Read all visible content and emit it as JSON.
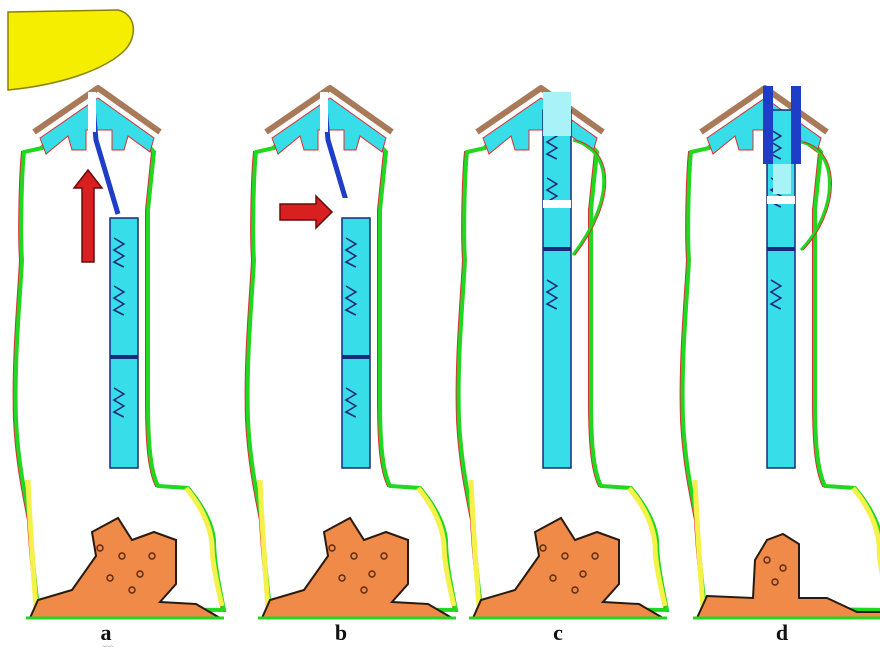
{
  "figure": {
    "panels": [
      {
        "label": "a",
        "arrow": "up"
      },
      {
        "label": "b",
        "arrow": "right"
      },
      {
        "label": "c",
        "arrow": "none"
      },
      {
        "label": "d",
        "arrow": "none"
      }
    ]
  },
  "colors": {
    "background": "#ffffff",
    "shell": "#20d820",
    "shell_lower": "#f5f04a",
    "outer_line": "#d83030",
    "cap": "#a87a5a",
    "cyan": "#37dde8",
    "cyan_light": "#a8f2f8",
    "stripe": "#1e3ec8",
    "navy": "#1a2a7a",
    "base": "#f08a48",
    "base_dots": "#5a2a10",
    "arrow": "#d82020",
    "finger": "#f5ee00",
    "finger_edge": "#8a8200"
  },
  "icons": {
    "pointer": "finger-shape",
    "red_arrow": "red-arrow-icon"
  }
}
